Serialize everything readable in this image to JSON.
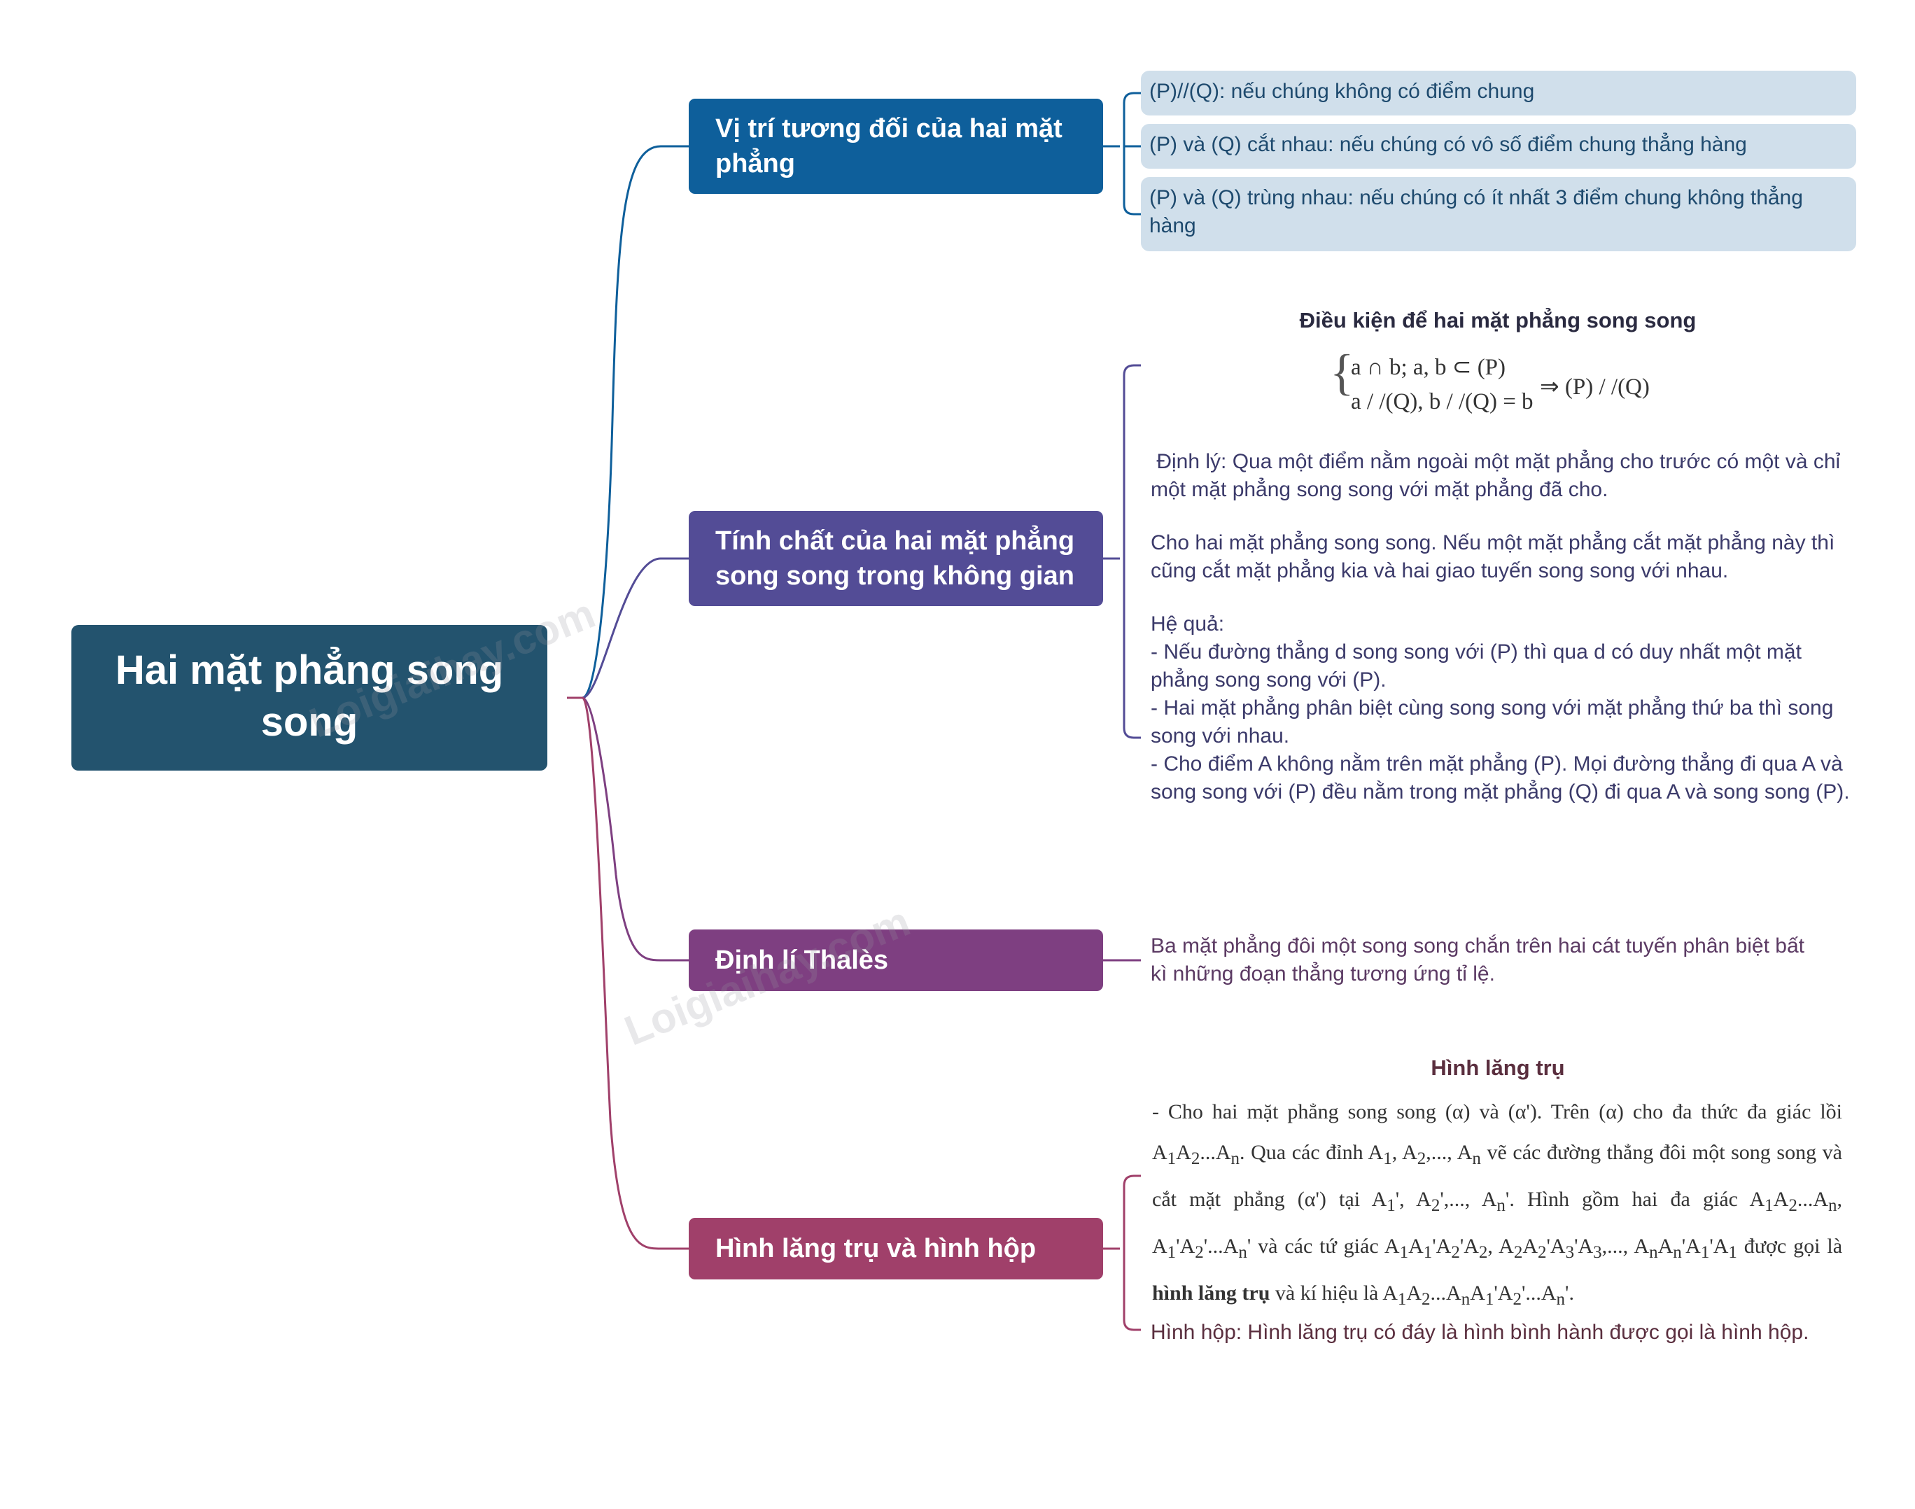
{
  "root": {
    "title": "Hai mặt phẳng song song"
  },
  "branches": [
    {
      "label": "Vị trí tương đối của hai mặt phẳng",
      "items": [
        "(P)//(Q): nếu chúng không có điểm chung",
        "(P) và (Q) cắt nhau: nếu chúng có vô số điểm chung thẳng hàng",
        "(P) và (Q) trùng nhau: nếu chúng có ít nhất 3 điểm chung không thẳng hàng"
      ]
    },
    {
      "label": "Tính chất của hai mặt phẳng song song trong không gian",
      "heading": "Điều kiện để hai mặt phẳng song song",
      "formula": {
        "line1": "a ∩ b; a, b ⊂ (P)",
        "line2": "a / /(Q), b / /(Q) = b",
        "result": "⇒ (P) / /(Q)"
      },
      "theorem": " Định lý: Qua một điểm nằm ngoài một mặt phẳng cho trước có một và chỉ một mặt phẳng song song với mặt phẳng đã cho.",
      "property": "Cho hai mặt phẳng  song song. Nếu một mặt phẳng cắt mặt phẳng này thì cũng cắt mặt phẳng kia và hai giao tuyến song song với nhau.",
      "corollary_title": "Hệ quả:",
      "corollaries": [
        "- Nếu đường thẳng d song song với (P) thì qua d có duy nhất một mặt phẳng song song với (P).",
        "- Hai mặt phẳng phân biệt cùng song song với mặt phẳng thứ ba thì song song với nhau.",
        "- Cho điểm A không nằm trên mặt phẳng (P). Mọi đường thẳng đi qua A và song song với (P) đều nằm trong mặt phẳng (Q) đi qua A và song song (P)."
      ]
    },
    {
      "label": "Định lí Thalès",
      "text": "Ba mặt phẳng đôi một song song chắn trên hai cát tuyến phân biệt bất kì những đoạn thẳng tương ứng tỉ lệ."
    },
    {
      "label": "Hình lăng trụ và hình hộp",
      "heading": "Hình lăng trụ",
      "prism_parts": {
        "p1": "- Cho hai mặt phẳng song song (α) và (α'). Trên (α) cho đa thức đa giác lồi A",
        "p2": "A",
        "p3": "...A",
        "p4": ". Qua các đỉnh A",
        "p5": ", A",
        "p6": ",..., A",
        "p7": " vẽ các đường thẳng đôi một song song và cắt mặt phẳng (α') tại A",
        "p8": "', A",
        "p9": "',..., A",
        "p10": "'. Hình gồm hai đa giác A",
        "p11": "A",
        "p12": "...A",
        "p13": ", A",
        "p14": "'A",
        "p15": "'...A",
        "p16": "' và các tứ giác A",
        "p17": "A",
        "p18": "'A",
        "p19": "'A",
        "p20": ", A",
        "p21": "A",
        "p22": "'A",
        "p23": "'A",
        "p24": ",..., A",
        "p25": "A",
        "p26": "'A",
        "p27": "'A",
        "p28": " được gọi là ",
        "p29": "hình lăng trụ",
        "p30": " và kí hiệu là A",
        "p31": "A",
        "p32": "...A",
        "p33": "A",
        "p34": "'A",
        "p35": "'...A",
        "p36": "'."
      },
      "parallelepiped": "Hình hộp: Hình lăng trụ có đáy là hình bình hành được gọi là hình hộp."
    }
  ],
  "watermark": "Loigiaihay.com",
  "colors": {
    "root": "#23536e",
    "branch1": "#0e5f9b",
    "branch2": "#534c96",
    "branch3": "#7e3f81",
    "branch4": "#a0406a",
    "pill": "#d0dfeb"
  }
}
